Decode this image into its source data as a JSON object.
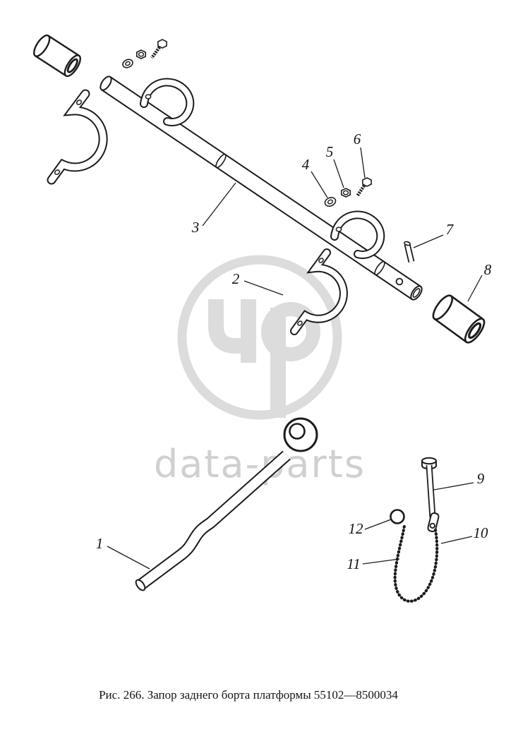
{
  "figure": {
    "caption": "Рис. 266. Запор заднего борта платформы 55102—8500034",
    "watermark_text": "data-parts"
  },
  "part_labels": [
    "1",
    "2",
    "3",
    "4",
    "5",
    "6",
    "7",
    "8",
    "9",
    "10",
    "11",
    "12"
  ],
  "colors": {
    "line": "#1c1c1c",
    "watermark": "#dcdcdc",
    "watermark_text": "#d0d0d0",
    "background": "#ffffff"
  }
}
